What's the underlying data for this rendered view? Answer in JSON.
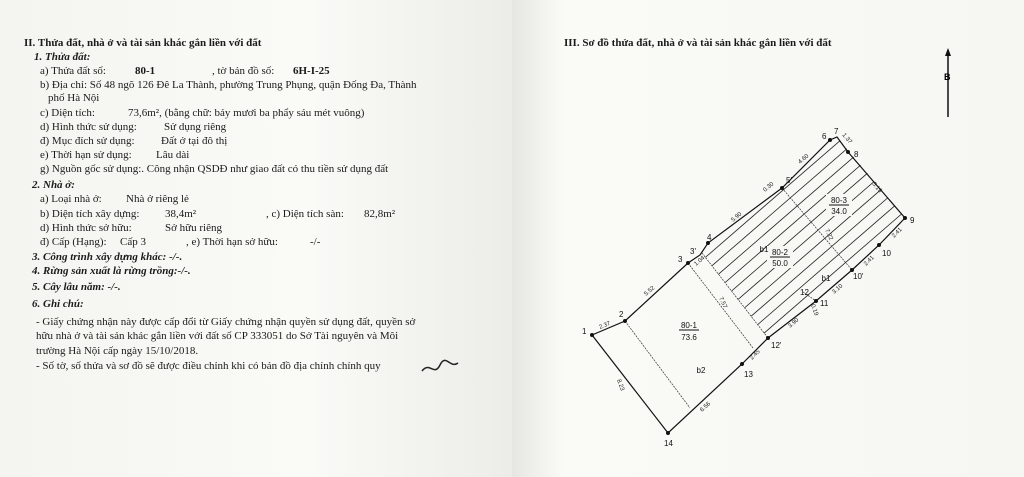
{
  "left": {
    "section_title": "II. Thửa đất, nhà ở và tài sản khác gắn liền với đất",
    "land": {
      "heading": "1. Thửa đất:",
      "parcel_label": "a) Thửa đất số:",
      "parcel_value": "80-1",
      "map_label": ", tờ bản đồ số:",
      "map_value": "6H-I-25",
      "address_line1": "b) Địa chỉ: Số 48 ngõ 126 Đê La Thành, phường Trung Phụng, quận Đống Đa, Thành",
      "address_line2": "phố Hà Nội",
      "area_label": "c) Diện tích:",
      "area_value": "73,6m², (bằng chữ: bảy mươi ba phẩy sáu mét vuông)",
      "use_form_label": "d) Hình thức sử dụng:",
      "use_form_value": "Sử dụng riêng",
      "purpose_label": "đ) Mục đích sử dụng:",
      "purpose_value": "Đất ở tại đô thị",
      "term_label": "e) Thời hạn sử dụng:",
      "term_value": "Lâu dài",
      "origin": "g) Nguồn gốc sử dụng:. Công nhận QSDĐ như giao đất có thu tiền sử dụng đất"
    },
    "house": {
      "heading": "2. Nhà ở:",
      "type_label": "a) Loại nhà ở:",
      "type_value": "Nhà ở riêng lẻ",
      "build_area_label": "b) Diện tích xây dựng:",
      "build_area_value": "38,4m²",
      "floor_area_label": ", c) Diện tích sàn:",
      "floor_area_value": "82,8m²",
      "own_form_label": "d) Hình thức sở hữu:",
      "own_form_value": "Sở hữu riêng",
      "grade_label": "đ) Cấp (Hạng):",
      "grade_value": "Cấp 3",
      "own_term_label": ", e) Thời hạn sở hữu:",
      "own_term_value": "-/-"
    },
    "other_construction": "3. Công trình xây dựng khác: -/-.",
    "forest": "4. Rừng sản xuất là rừng trồng:-/-.",
    "perennial": "5. Cây lâu năm: -/-.",
    "notes_heading": "6. Ghi chú:",
    "notes": [
      "- Giấy chứng nhận này được cấp đổi từ Giấy chứng nhận quyền sử dụng đất, quyền sở",
      "hữu nhà ở và tài sản khác gắn liền với đất số CP 333051 do Sở Tài nguyên và Môi",
      "trường Hà Nội cấp ngày 15/10/2018.",
      "- Số tờ, số thửa và sơ đồ sẽ được điều chỉnh khi có bản đồ địa chính chính quy"
    ]
  },
  "right": {
    "section_title": "III. Sơ đồ thửa đất, nhà ở và tài sản khác gắn liền với đất",
    "north_label": "B",
    "parcels": [
      {
        "id": "80-1",
        "area": "73.6"
      },
      {
        "id": "80-2",
        "area": "50.0"
      },
      {
        "id": "80-3",
        "area": "34.0"
      }
    ],
    "building_labels": [
      "b1",
      "b1",
      "b2"
    ],
    "points": [
      "1",
      "2",
      "3",
      "3'",
      "4",
      "5'",
      "6",
      "7",
      "8",
      "9",
      "10",
      "10'",
      "11",
      "12",
      "12'",
      "13",
      "14"
    ],
    "dimensions": [
      "2.37",
      "5.52",
      "1.04",
      "5.90",
      "0.30",
      "4.60",
      "1.37",
      "5.15",
      "2.41",
      "2.41",
      "3.10",
      "3.90",
      "0.19",
      "2.45",
      "6.56",
      "8.23",
      "7.57",
      "7.22"
    ]
  }
}
